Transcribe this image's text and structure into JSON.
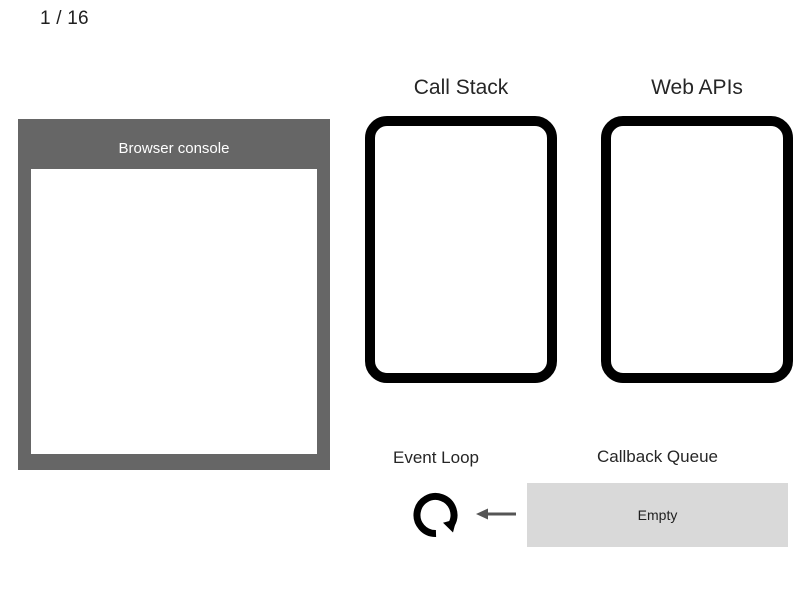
{
  "slide": {
    "counter": "1 / 16",
    "current_page": 1,
    "total_pages": 16,
    "background_color": "#ffffff"
  },
  "console": {
    "title": "Browser console",
    "panel_color": "#666666",
    "screen_color": "#ffffff",
    "log_lines": []
  },
  "call_stack": {
    "title": "Call Stack",
    "border_color": "#000000",
    "frames": []
  },
  "web_apis": {
    "title": "Web APIs",
    "border_color": "#000000",
    "items": []
  },
  "event_loop": {
    "title": "Event Loop",
    "icon": "circular-arrow-icon",
    "icon_color": "#000000"
  },
  "feed_arrow": {
    "icon": "arrow-left-icon",
    "color": "#555555",
    "direction": "left"
  },
  "callback_queue": {
    "title": "Callback Queue",
    "box_color": "#d9d9d9",
    "status": "Empty",
    "items": []
  }
}
